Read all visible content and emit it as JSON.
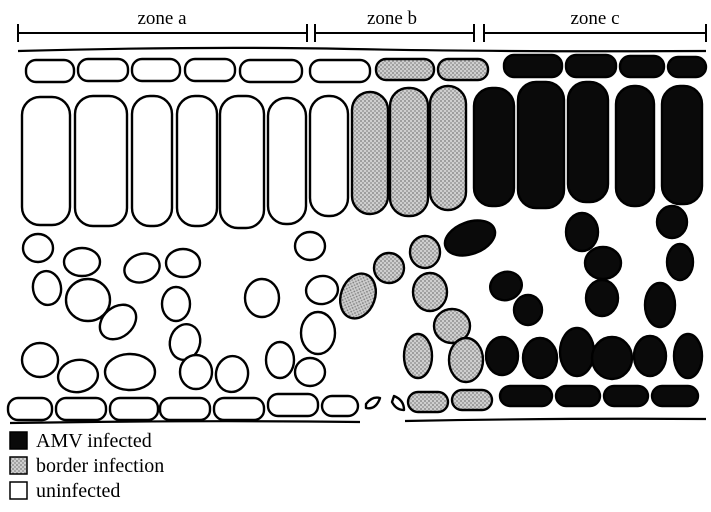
{
  "zones": [
    {
      "id": "a",
      "label": "zone a"
    },
    {
      "id": "b",
      "label": "zone b"
    },
    {
      "id": "c",
      "label": "zone c"
    }
  ],
  "legend": [
    {
      "key": "infected",
      "label": "AMV infected",
      "color": "#0a0a0a"
    },
    {
      "key": "border",
      "label": "border infection",
      "color": "#b5b5b5"
    },
    {
      "key": "uninfected",
      "label": "uninfected",
      "color": "#ffffff"
    }
  ],
  "colors": {
    "infected": "#0a0a0a",
    "border": "#b5b5b5",
    "uninfected": "#ffffff",
    "stroke": "#000000"
  }
}
